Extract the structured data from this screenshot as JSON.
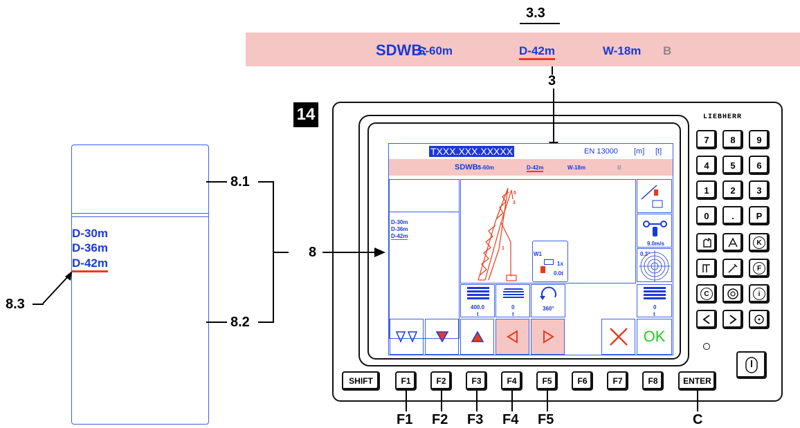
{
  "figure_number": "14",
  "callouts": {
    "c33": "3.3",
    "c3": "3",
    "c81": "8.1",
    "c82": "8.2",
    "c8": "8",
    "c83": "8.3",
    "f1": "F1",
    "f2": "F2",
    "f3": "F3",
    "f4": "F4",
    "f5": "F5",
    "c": "C"
  },
  "banner": {
    "prefix": "SDWB:",
    "s": "S-60m",
    "d": "D-42m",
    "w": "W-18m",
    "b": "B"
  },
  "side_panel": {
    "items": [
      "D-30m",
      "D-36m",
      "D-42m"
    ]
  },
  "screen": {
    "title": "TXXX.XXX.XXXXX",
    "standard": "EN 13000",
    "unit_m": "[m]",
    "unit_t": "[t]",
    "sdwb_prefix": "SDWB:",
    "sdwb_s": "S-60m",
    "sdwb_d": "D-42m",
    "sdwb_w": "W-18m",
    "sdwb_b": "B",
    "left_list": [
      "D-30m",
      "D-36m",
      "D-42m"
    ],
    "wind_speed": "9.0m/s",
    "incline": "0.3°",
    "w1_label": "W1",
    "w1_count": "1x",
    "w1_load": "0.0t",
    "boom_label_5": "5",
    "boom_label_3": "3",
    "boom_label_1": "1",
    "tile_load": "400.0",
    "tile_load_unit": "t",
    "tile_counter": "0",
    "tile_counter_unit": "t",
    "tile_slew": "360°",
    "tile_right": "0",
    "tile_right_unit": "t",
    "ok": "OK"
  },
  "brand": "LIEBHERR",
  "keypad": [
    "7",
    "8",
    "9",
    "4",
    "5",
    "6",
    "1",
    "2",
    "3",
    "0",
    ".",
    "P"
  ],
  "keypad_extra": {
    "k": "K",
    "f": "F",
    "c": "C",
    "i": "i"
  },
  "fkeys": [
    "SHIFT",
    "F1",
    "F2",
    "F3",
    "F4",
    "F5",
    "F6",
    "F7",
    "F8",
    "ENTER"
  ],
  "colors": {
    "blue": "#1a3ad6",
    "red": "#e83b1e",
    "banner_pink": "#f6c6c4",
    "green": "#22cc22"
  }
}
